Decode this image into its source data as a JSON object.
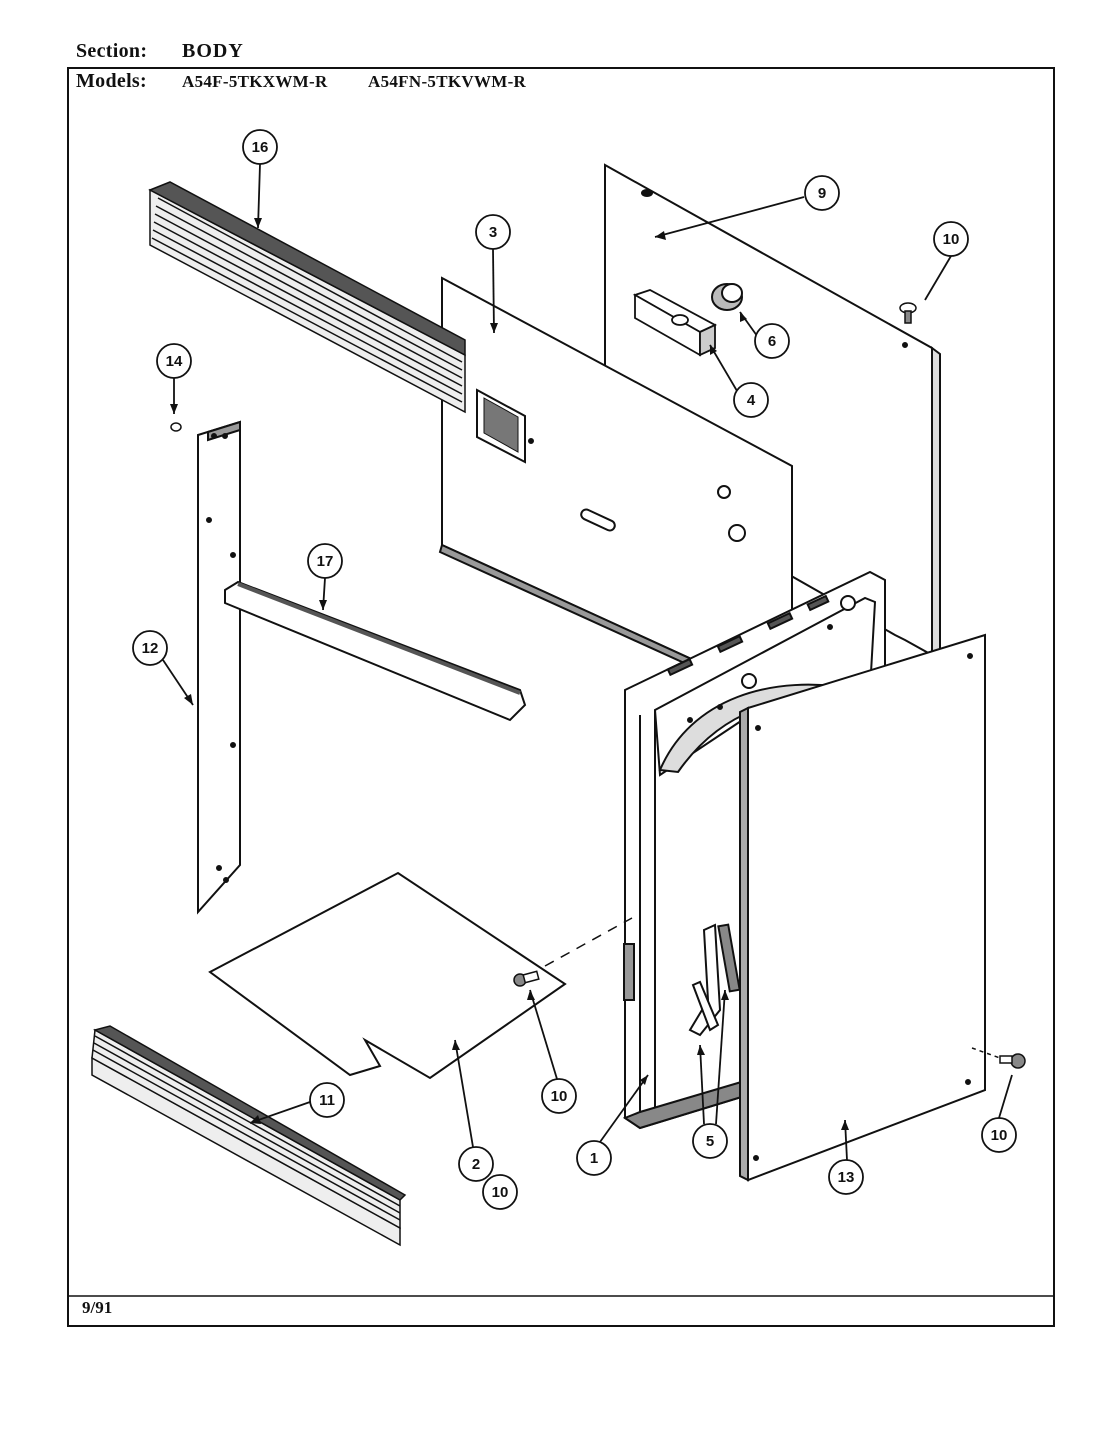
{
  "header": {
    "section_label": "Section:",
    "section_value": "BODY",
    "models_label": "Models:",
    "model_a": "A54F-5TKXWM-R",
    "model_b": "A54FN-5TKVWM-R"
  },
  "footer": {
    "date": "9/91"
  },
  "callouts": {
    "c16": "16",
    "c9": "9",
    "c3": "3",
    "c10a": "10",
    "c6": "6",
    "c4": "4",
    "c14": "14",
    "c17": "17",
    "c12": "12",
    "c11": "11",
    "c10b": "10",
    "c2": "2",
    "c10c": "10",
    "c1": "1",
    "c5": "5",
    "c13": "13",
    "c10d": "10"
  }
}
